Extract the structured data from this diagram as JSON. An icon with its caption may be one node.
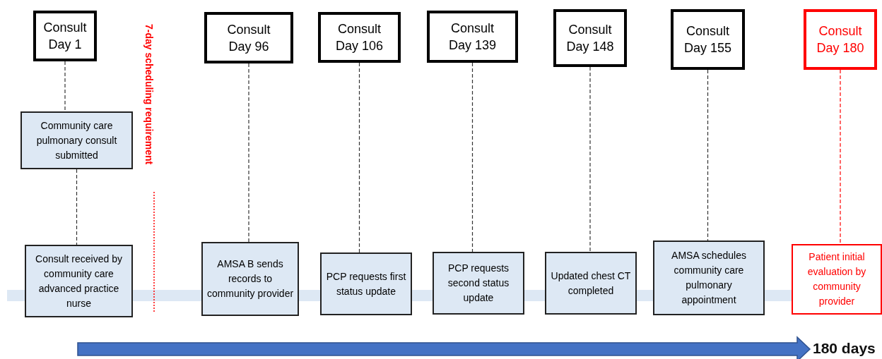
{
  "diagram": {
    "nodes": [
      {
        "text": [
          "Consult Day 1"
        ]
      },
      {
        "text": [
          "Consult Day 96"
        ]
      },
      {
        "text": [
          "Consult Day 106"
        ]
      },
      {
        "text": [
          "Consult Day 139"
        ]
      },
      {
        "text": [
          "Consult Day 148"
        ]
      },
      {
        "text": [
          "Consult Day 155"
        ]
      },
      {
        "text": [
          "Consult Day 180"
        ]
      },
      {
        "text": [
          "Community care pulmonary consult submitted"
        ]
      },
      {
        "text": [
          "Consult received by community care advanced practice nurse"
        ]
      },
      {
        "text": [
          "AMSA B sends records to community provider"
        ]
      },
      {
        "text": [
          "PCP requests first status update"
        ]
      },
      {
        "text": [
          "PCP requests second status update"
        ]
      },
      {
        "text": [
          "Updated chest CT completed"
        ]
      },
      {
        "text": [
          "AMSA schedules community care pulmonary appointment"
        ]
      },
      {
        "text": [
          "Patient initial evaluation by community provider"
        ]
      }
    ],
    "edges": [
      {
        "from": 0,
        "to": 7,
        "arrow": "none",
        "style": "dashed"
      },
      {
        "from": 7,
        "to": 8,
        "arrow": "none",
        "style": "dashed"
      },
      {
        "from": 1,
        "to": 9,
        "arrow": "none",
        "style": "dashed"
      },
      {
        "from": 2,
        "to": 10,
        "arrow": "none",
        "style": "dashed"
      },
      {
        "from": 3,
        "to": 11,
        "arrow": "none",
        "style": "dashed"
      },
      {
        "from": 4,
        "to": 12,
        "arrow": "none",
        "style": "dashed"
      },
      {
        "from": 5,
        "to": 13,
        "arrow": "none",
        "style": "dashed"
      },
      {
        "from": 6,
        "to": 14,
        "arrow": "none",
        "style": "dashed",
        "color": "#ff0000"
      }
    ],
    "labels": [
      "7-day scheduling requirement",
      "180 days"
    ]
  }
}
